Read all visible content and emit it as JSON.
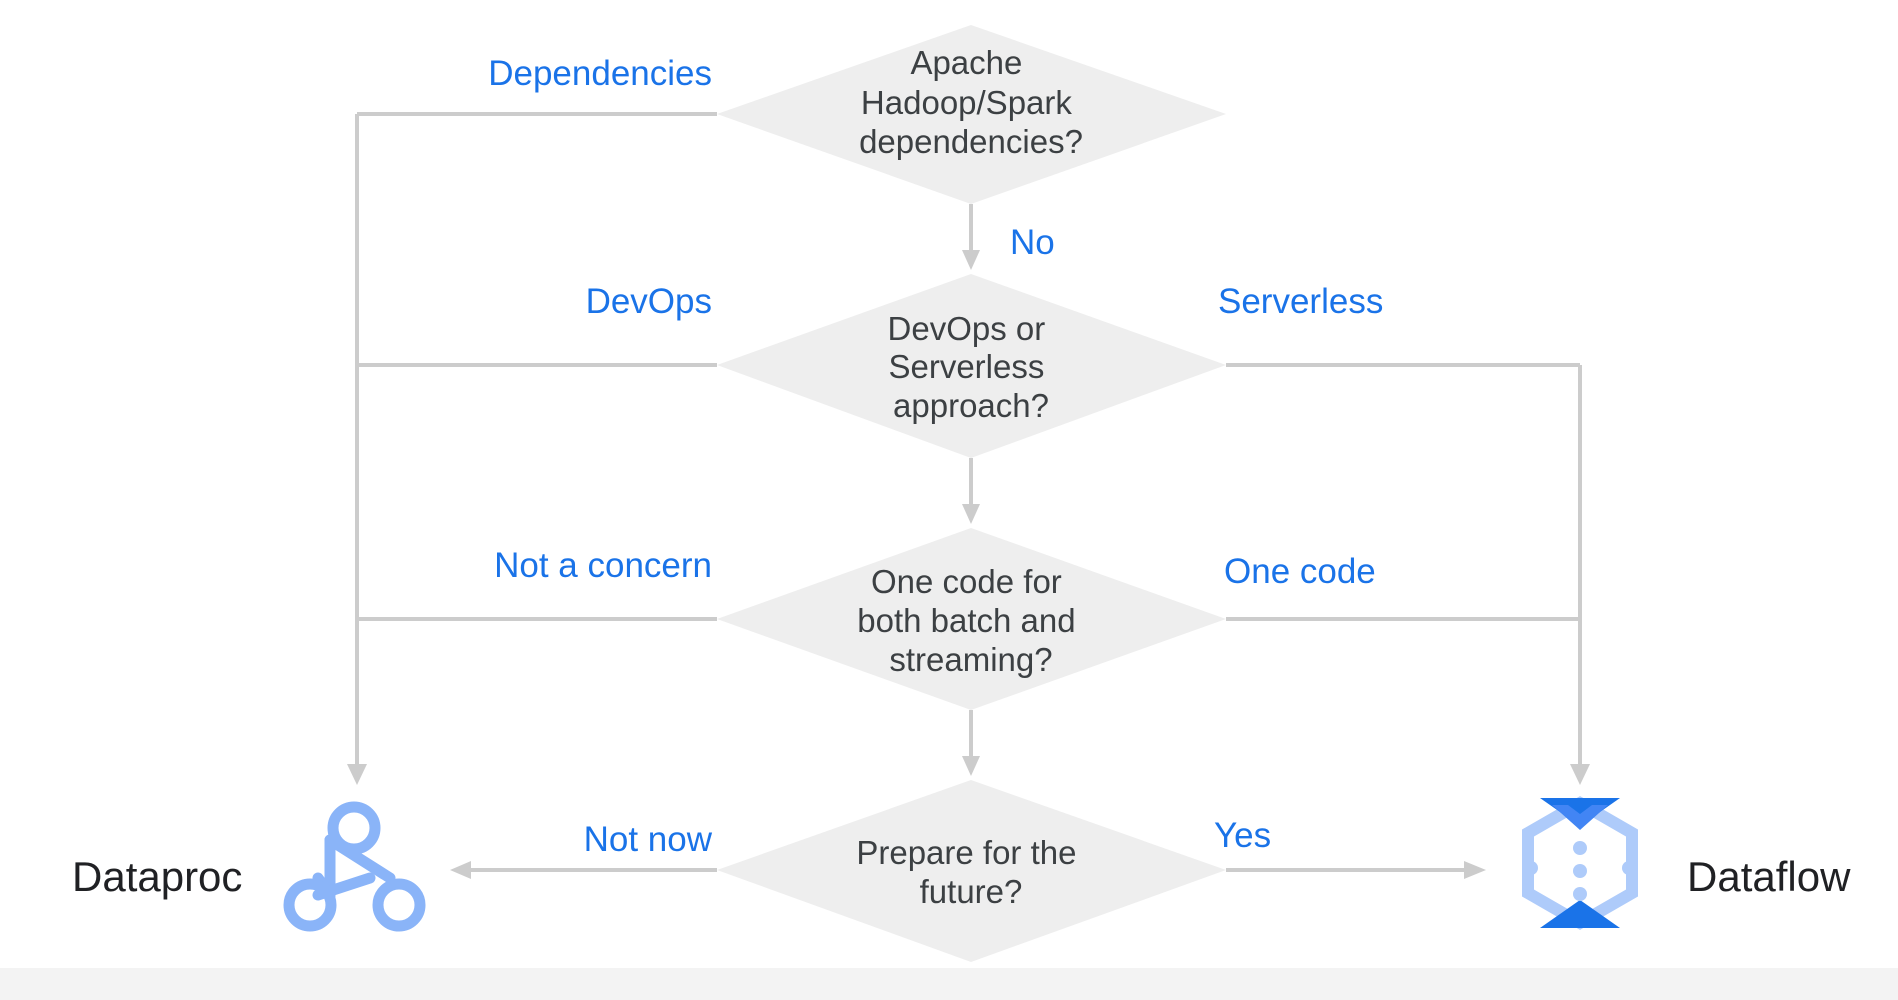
{
  "colors": {
    "background": "#ffffff",
    "diamond": "#eeeeee",
    "connector": "#cccccc",
    "branch_label": "#1a73e8",
    "body_text": "#3c4043",
    "product_text": "#202124",
    "dataproc_icon": "#8ab4f8",
    "dataflow_icon_light": "#aecbfa",
    "dataflow_icon_dark": "#1a73e8"
  },
  "decisions": {
    "d1": {
      "lines": [
        "Apache",
        "Hadoop/Spark",
        "dependencies?"
      ]
    },
    "d2": {
      "lines": [
        "DevOps or",
        "Serverless",
        "approach?"
      ]
    },
    "d3": {
      "lines": [
        "One code for",
        "both batch and",
        "streaming?"
      ]
    },
    "d4": {
      "lines": [
        "Prepare for the",
        "future?"
      ]
    }
  },
  "branches": {
    "dependencies": "Dependencies",
    "no": "No",
    "devops": "DevOps",
    "serverless": "Serverless",
    "not_a_concern": "Not a concern",
    "one_code": "One code",
    "not_now": "Not now",
    "yes": "Yes"
  },
  "products": {
    "dataproc": {
      "label": "Dataproc",
      "icon": "dataproc-icon"
    },
    "dataflow": {
      "label": "Dataflow",
      "icon": "dataflow-icon"
    }
  }
}
